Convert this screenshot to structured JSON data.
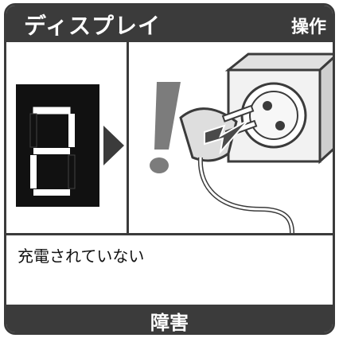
{
  "header": {
    "left_label": "ディスプレイ",
    "right_label": "操作"
  },
  "display": {
    "digit_icon": "seven-segment-2-icon",
    "arrow_icon": "play-arrow-icon"
  },
  "instruction": {
    "icons": [
      "exclamation-icon",
      "power-plug-icon",
      "wall-socket-icon",
      "unplug-arrow-icon"
    ]
  },
  "description": {
    "text": "充電されていない"
  },
  "footer": {
    "label": "障害"
  },
  "colors": {
    "frame": "#3b3b3b",
    "display_bg": "#111111",
    "segment": "#ffffff",
    "exclamation": "#7c7c7c"
  }
}
